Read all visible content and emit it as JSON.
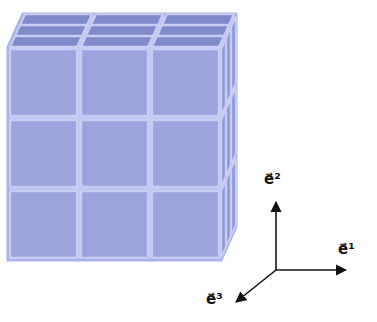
{
  "diagram": {
    "labels": [
      "e⃗²",
      "e⃗¹",
      "e⃗³"
    ]
  }
}
